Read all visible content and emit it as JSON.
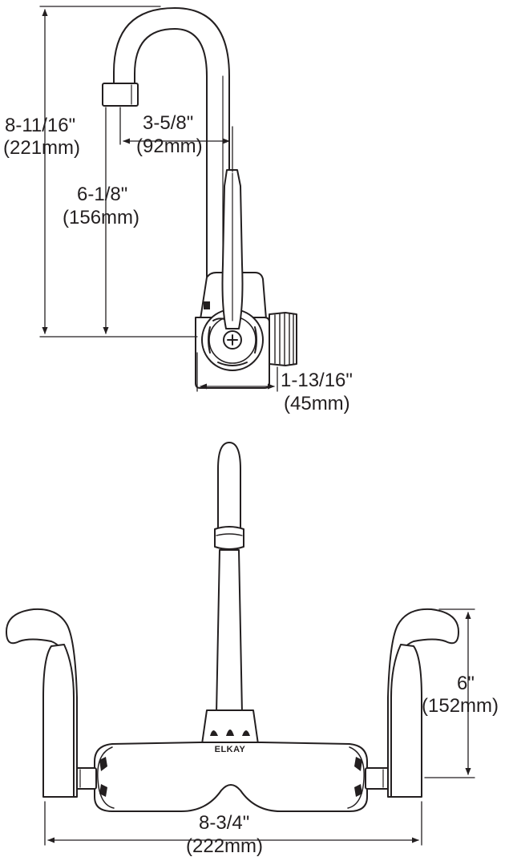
{
  "logo": {
    "brand": "ELKAY"
  },
  "side_view": {
    "overall_height": {
      "imperial": "8-11/16\"",
      "metric": "(221mm)"
    },
    "spout_reach": {
      "imperial": "3-5/8\"",
      "metric": "(92mm)"
    },
    "spout_height": {
      "imperial": "6-1/8\"",
      "metric": "(156mm)"
    },
    "body_depth": {
      "imperial": "1-13/16\"",
      "metric": "(45mm)"
    }
  },
  "front_view": {
    "handle_height": {
      "imperial": "6\"",
      "metric": "(152mm)"
    },
    "overall_width": {
      "imperial": "8-3/4\"",
      "metric": "(222mm)"
    }
  },
  "colors": {
    "line": "#231f20",
    "background": "#ffffff"
  }
}
